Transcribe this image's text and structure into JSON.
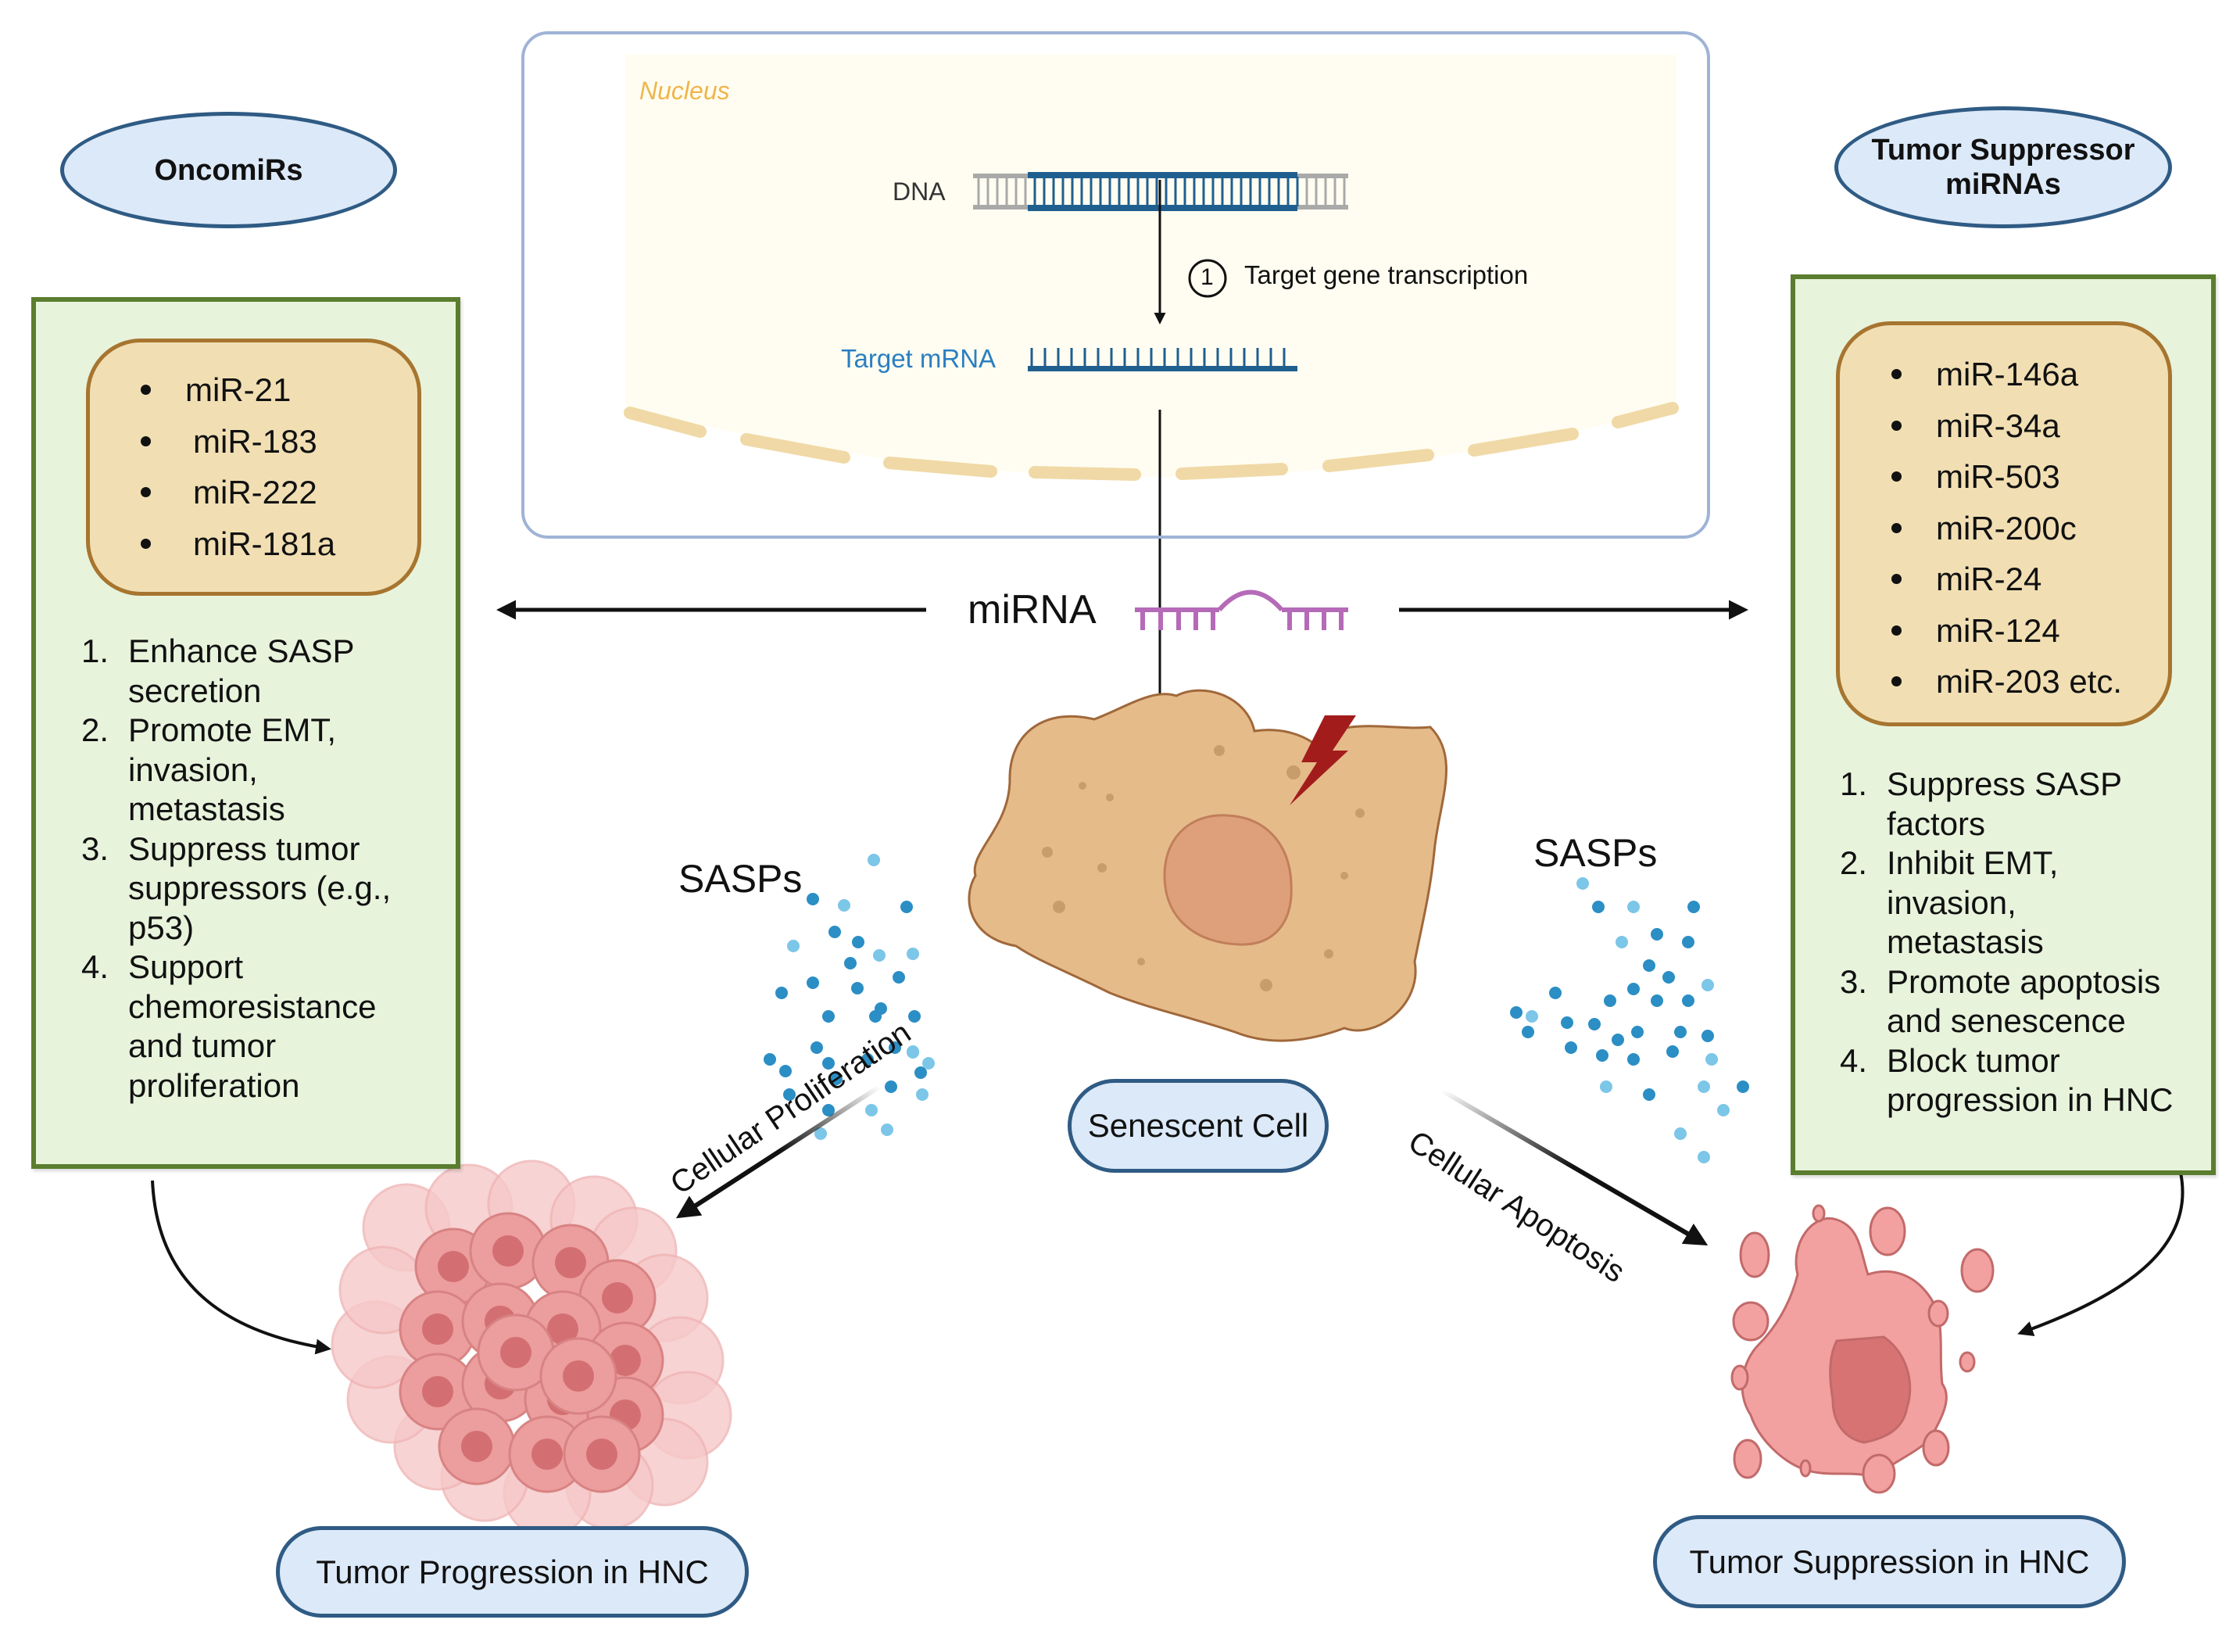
{
  "left": {
    "header": "OncomiRs",
    "mirnas": [
      "miR-21",
      "miR-183",
      "miR-222",
      "miR-181a"
    ],
    "effects": [
      {
        "num": "1.",
        "text": "Enhance SASP\nsecretion"
      },
      {
        "num": "2.",
        "text": "Promote EMT,\ninvasion,\nmetastasis"
      },
      {
        "num": "3.",
        "text": " Suppress tumor\nsuppressors (e.g.,\np53)"
      },
      {
        "num": "4.",
        "text": "Support\nchemoresistance\nand tumor\nproliferation"
      }
    ],
    "outcome": "Tumor Progression in HNC",
    "pathway_label": "Cellular Proliferation",
    "sasps_label": "SASPs"
  },
  "right": {
    "header_line1": "Tumor Suppressor",
    "header_line2": "miRNAs",
    "mirnas": [
      "miR-146a",
      "miR-34a",
      "miR-503",
      "miR-200c",
      "miR-24",
      "miR-124",
      "miR-203 etc."
    ],
    "effects": [
      {
        "num": "1.",
        "text": "Suppress SASP\nfactors"
      },
      {
        "num": "2.",
        "text": "Inhibit EMT,\ninvasion,\nmetastasis"
      },
      {
        "num": "3.",
        "text": "Promote apoptosis\nand senescence"
      },
      {
        "num": "4.",
        "text": "Block tumor\nprogression in HNC"
      }
    ],
    "outcome": "Tumor Suppression in HNC",
    "pathway_label": "Cellular Apoptosis",
    "sasps_label": "SASPs"
  },
  "nucleus": {
    "title": "Nucleus",
    "dna_label": "DNA",
    "step_number": "1",
    "step_label": "Target gene transcription",
    "mrna_label": "Target mRNA"
  },
  "center": {
    "mirna_label": "miRNA",
    "cell_label": "Senescent Cell"
  },
  "colors": {
    "oval_fill": "#dce9f8",
    "oval_stroke": "#2f5b84",
    "green_fill": "#e8f3dc",
    "green_stroke": "#5b7d2f",
    "tan_fill": "#f1dfb3",
    "tan_stroke": "#a7752f",
    "dna_blue": "#1f5f8f",
    "mirna_purple": "#b56ab8",
    "cell_fill": "#e5bb8a",
    "tumor_pink": "#e88e8e",
    "sasp_blue": "#2b8ec4"
  }
}
